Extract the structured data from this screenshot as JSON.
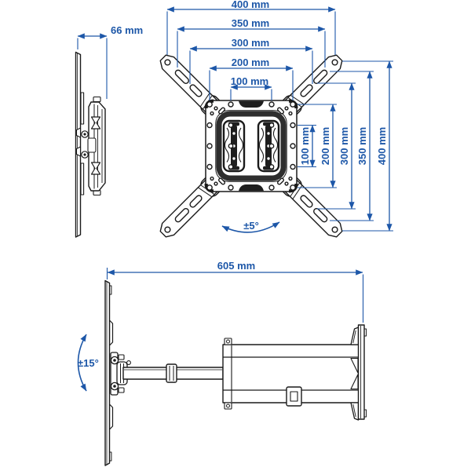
{
  "title": "TV wall mount dimensional diagram",
  "colors": {
    "dimension_blue": "#1d57a8",
    "line_black": "#1a1a1a",
    "background": "#ffffff"
  },
  "front_view": {
    "top_dimensions": [
      "400 mm",
      "350 mm",
      "300 mm",
      "200 mm",
      "100 mm"
    ],
    "right_dimensions": [
      "100 mm",
      "200 mm",
      "300 mm",
      "350 mm",
      "400 mm"
    ],
    "swivel_range": "±5°"
  },
  "side_view_folded": {
    "depth": "66 mm"
  },
  "side_view_extended": {
    "max_extension": "605 mm",
    "tilt_range": "±15°"
  }
}
